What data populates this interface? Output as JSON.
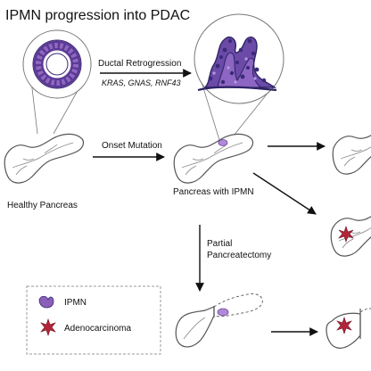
{
  "title": "IPMN progression into PDAC",
  "labels": {
    "ductal_retrogression": "Ductal Retrogression",
    "mutations": "KRAS, GNAS, RNF43",
    "onset_mutation": "Onset Mutation",
    "healthy_pancreas": "Healthy Pancreas",
    "pancreas_with_ipmn": "Pancreas with IPMN",
    "partial_line1": "Partial",
    "partial_line2": "Pancreatectomy"
  },
  "legend": {
    "items": [
      {
        "label": "IPMN",
        "icon": "ipmn-icon",
        "color": "#8a5fb8"
      },
      {
        "label": "Adenocarcinoma",
        "icon": "adenocarcinoma-icon",
        "color": "#b3263a"
      }
    ]
  },
  "colors": {
    "ipmn_purple": "#8a5fb8",
    "ipmn_dark": "#3a2a78",
    "tumor_red": "#b3263a",
    "outline": "#555555"
  }
}
